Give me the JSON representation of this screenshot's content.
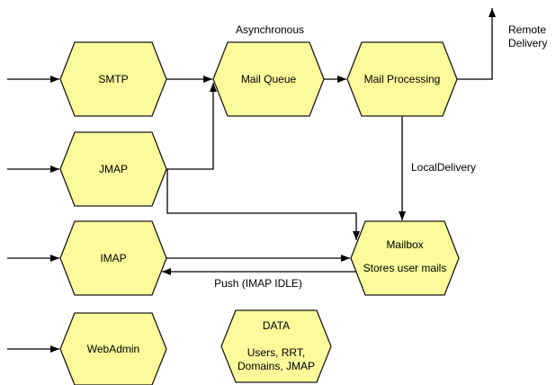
{
  "diagram": {
    "colors": {
      "node_fill": "#FBFB9B",
      "node_stroke": "#1A1A1A",
      "connector": "#000000",
      "text": "#000000",
      "background": "#FFFFFF"
    },
    "nodes": {
      "smtp": {
        "label": "SMTP"
      },
      "jmap": {
        "label": "JMAP"
      },
      "imap": {
        "label": "IMAP"
      },
      "webadmin": {
        "label": "WebAdmin"
      },
      "mail_queue": {
        "label": "Mail Queue"
      },
      "mail_processing": {
        "label": "Mail Processing"
      },
      "mailbox": {
        "label": "Mailbox",
        "sublabel": "Stores user mails"
      },
      "data": {
        "label": "DATA",
        "sublabel": "Users, RRT,\nDomains, JMAP"
      }
    },
    "edge_labels": {
      "asynchronous": "Asynchronous",
      "remote_delivery": "Remote\nDelivery",
      "local_delivery": "LocalDelivery",
      "push": "Push (IMAP IDLE)"
    }
  }
}
